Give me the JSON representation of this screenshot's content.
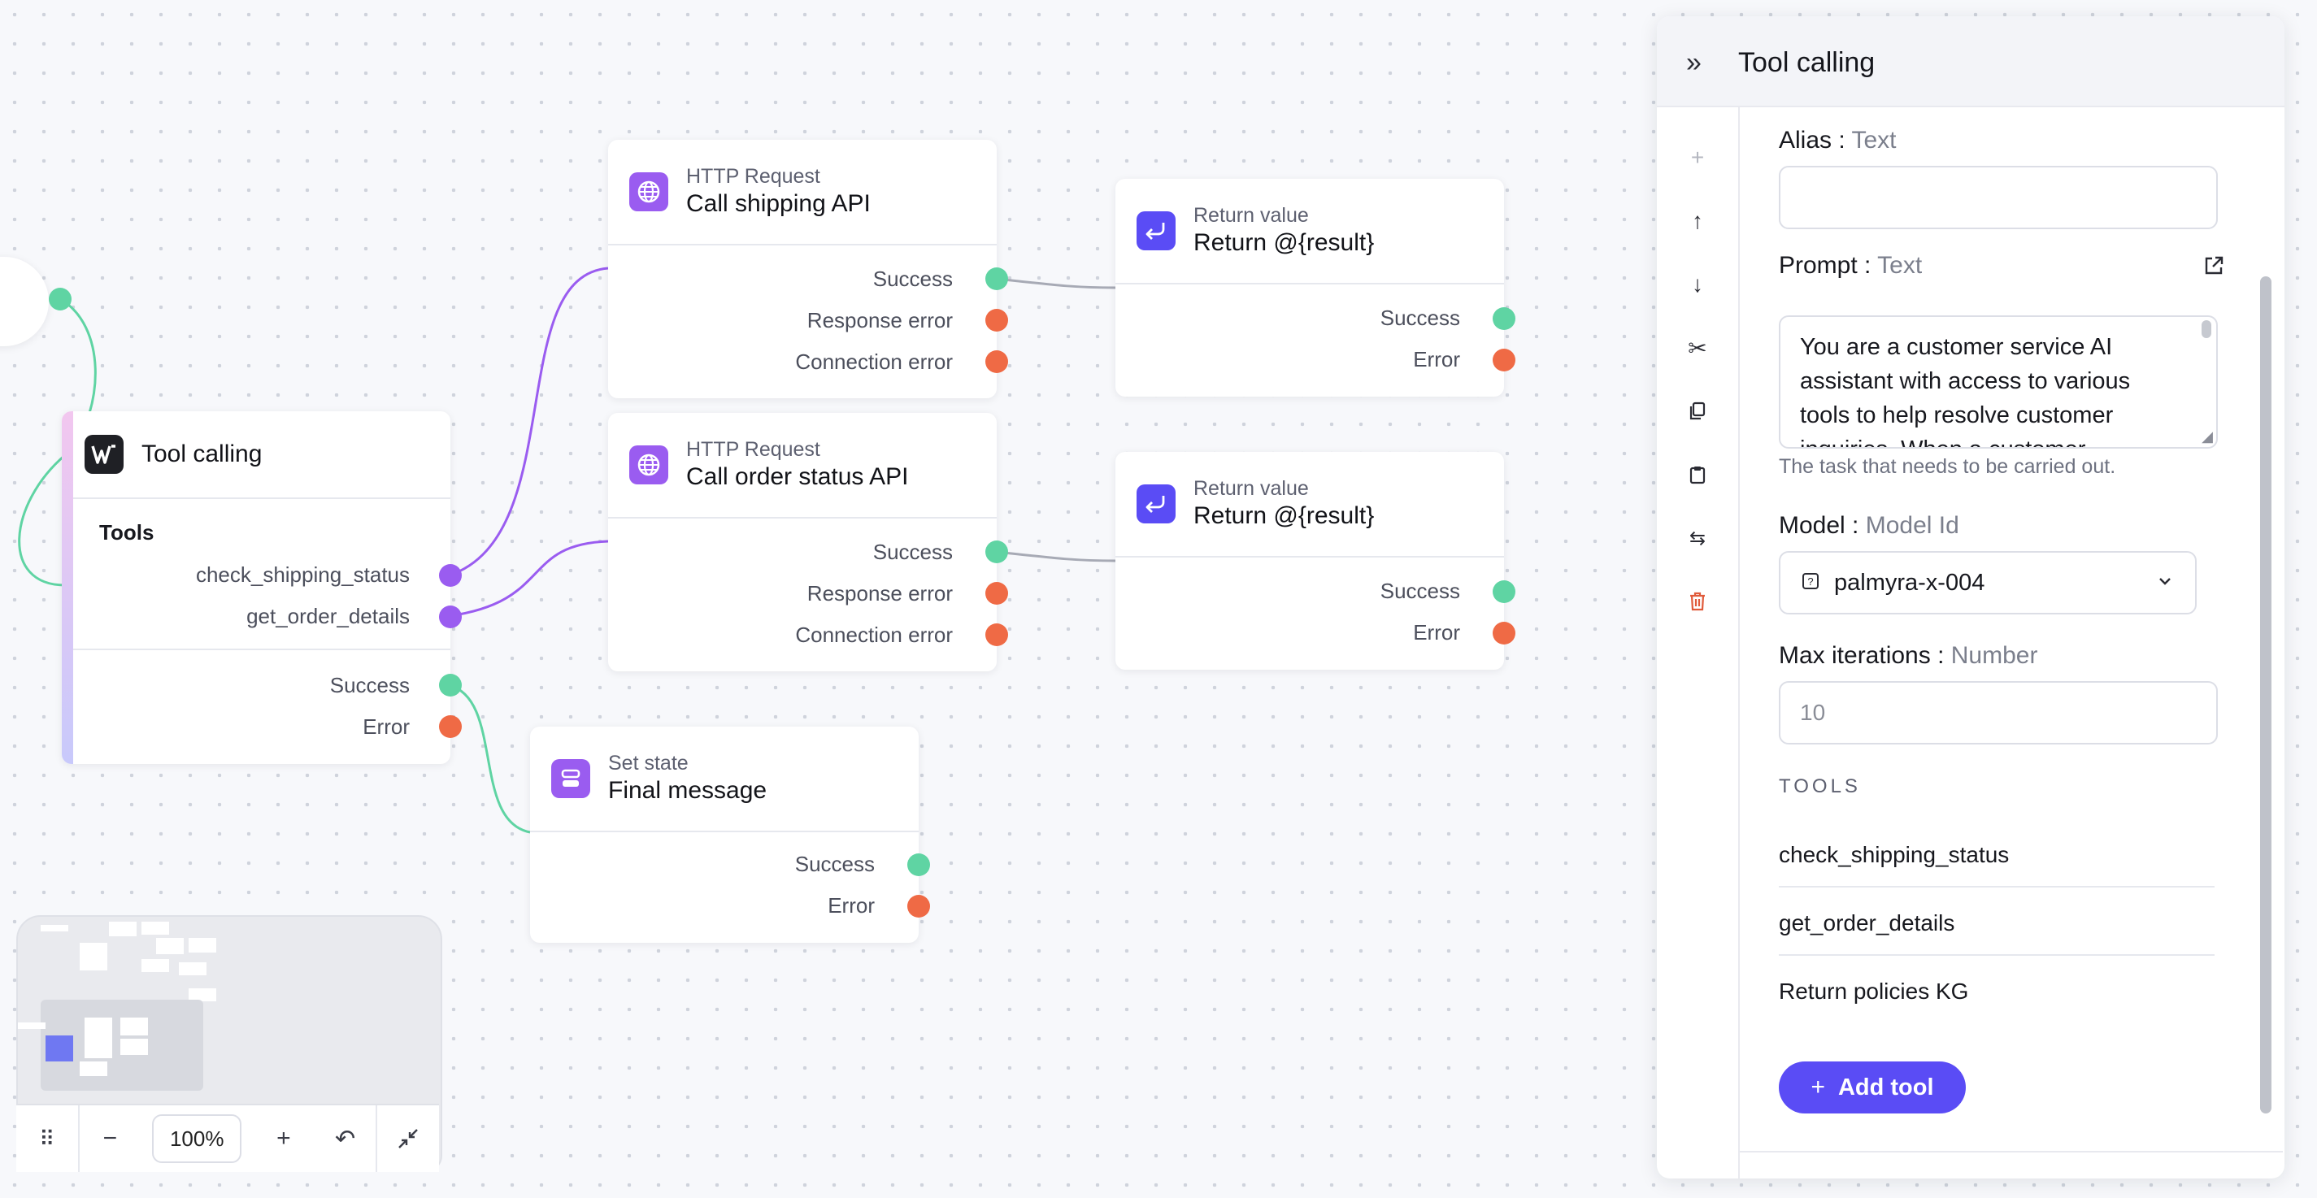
{
  "nodes": {
    "tool_calling": {
      "title": "Tool calling",
      "tools_heading": "Tools",
      "tools": [
        "check_shipping_status",
        "get_order_details"
      ],
      "success": "Success",
      "error": "Error"
    },
    "http1": {
      "kind": "HTTP Request",
      "title": "Call shipping API",
      "ports": [
        "Success",
        "Response error",
        "Connection error"
      ]
    },
    "http2": {
      "kind": "HTTP Request",
      "title": "Call order status API",
      "ports": [
        "Success",
        "Response error",
        "Connection error"
      ]
    },
    "ret1": {
      "kind": "Return value",
      "title": "Return @{result}",
      "ports": [
        "Success",
        "Error"
      ]
    },
    "ret2": {
      "kind": "Return value",
      "title": "Return @{result}",
      "ports": [
        "Success",
        "Error"
      ]
    },
    "state": {
      "kind": "Set state",
      "title": "Final message",
      "ports": [
        "Success",
        "Error"
      ]
    }
  },
  "panel": {
    "title": "Tool calling",
    "alias": {
      "label": "Alias",
      "type": "Text",
      "value": ""
    },
    "prompt": {
      "label": "Prompt",
      "type": "Text",
      "value": "You are a customer service AI assistant with access to various tools to help resolve customer inquiries. When a customer",
      "hint": "The task that needs to be carried out."
    },
    "model": {
      "label": "Model",
      "type": "Model Id",
      "value": "palmyra-x-004"
    },
    "max_iterations": {
      "label": "Max iterations",
      "type": "Number",
      "placeholder": "10"
    },
    "tools_heading": "TOOLS",
    "tools": [
      "check_shipping_status",
      "get_order_details",
      "Return policies KG"
    ],
    "add_tool": "Add tool"
  },
  "controls": {
    "zoom": "100%"
  },
  "colors": {
    "success": "#5fd4a3",
    "error": "#ef6a45",
    "tool": "#9a5cf0",
    "accent": "#5a4cf5"
  }
}
